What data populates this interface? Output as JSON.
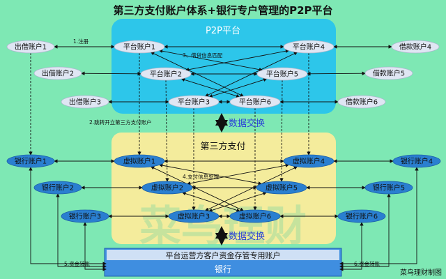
{
  "title": "第三方支付账户体系+银行专户管理的P2P平台",
  "credit": "菜鸟理财制图",
  "watermark": "菜鸟理财",
  "zones": {
    "p2p": "P2P平台",
    "third_party": "第三方支付",
    "bank_bar_top": "平台运营方客户资金存管专用账户",
    "bank_bar_bottom": "银行"
  },
  "exchange_label": "数据交换",
  "lenders": [
    "出借账户1",
    "出借账户2",
    "出借账户3"
  ],
  "borrowers": [
    "借款账户4",
    "借款账户5",
    "借款账户6"
  ],
  "platform_accounts": [
    "平台账户1",
    "平台账户2",
    "平台账户3",
    "平台账户4",
    "平台账户5",
    "平台账户6"
  ],
  "virtual_accounts": [
    "虚拟账户1",
    "虚拟账户2",
    "虚拟账户3",
    "虚拟账户4",
    "虚拟账户5",
    "虚拟账户6"
  ],
  "bank_accounts": [
    "银行账户1",
    "银行账户2",
    "银行账户3",
    "银行账户4",
    "银行账户5",
    "银行账户6"
  ],
  "steps": {
    "s1": "1.注册",
    "s2": "2.跳转开立第三方支付账户",
    "s3": "3、借贷信息匹配",
    "s4": "4.支付信息处理",
    "s5": "5.资金转账",
    "s6": "6.资金转账"
  },
  "colors": {
    "background": "#7ee8b4",
    "p2p_zone": "#2dc6ea",
    "third_party_zone": "#f4ec9c",
    "oval_light": "#dfe6f3",
    "oval_blue": "#2a7fd0",
    "bank_bar": "#3f8ee0",
    "exchange_arrow": "#2a3fd8"
  }
}
